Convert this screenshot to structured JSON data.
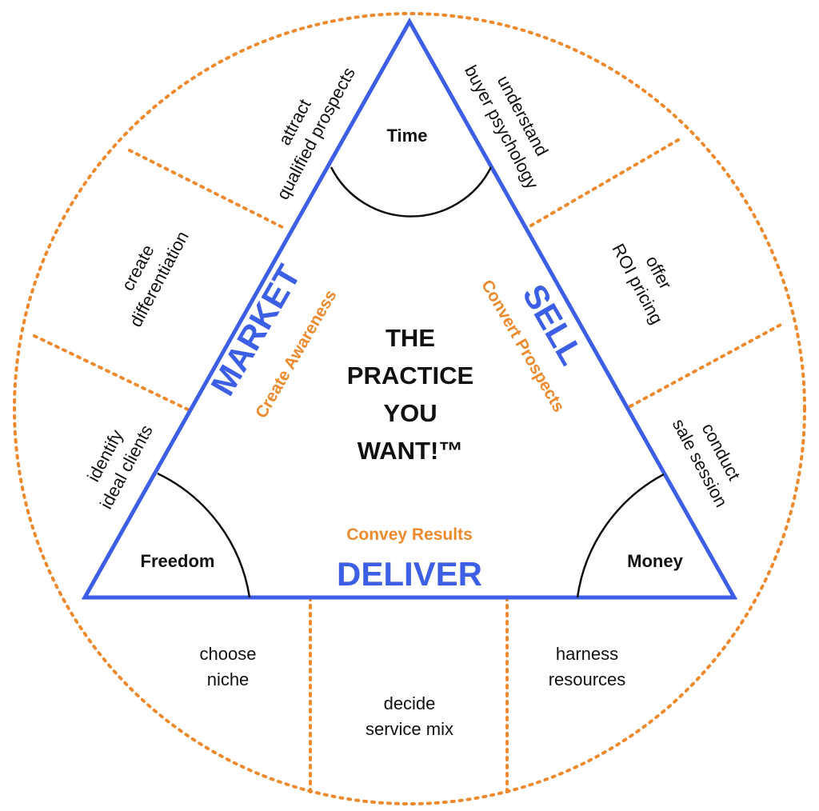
{
  "center": {
    "lines": [
      "THE",
      "PRACTICE",
      "YOU",
      "WANT!™"
    ]
  },
  "corners": {
    "top": "Time",
    "left": "Freedom",
    "right": "Money"
  },
  "sides": {
    "left": {
      "title": "MARKET",
      "subtitle": "Create Awareness"
    },
    "right": {
      "title": "SELL",
      "subtitle": "Convert Prospects"
    },
    "bottom": {
      "title": "DELIVER",
      "subtitle": "Convey Results"
    }
  },
  "segments": {
    "attract": [
      "attract",
      "qualified prospects"
    ],
    "differentiation": [
      "create",
      "differentiation"
    ],
    "identify": [
      "identify",
      "ideal clients"
    ],
    "niche": [
      "choose",
      "niche"
    ],
    "service": [
      "decide",
      "service mix"
    ],
    "harness": [
      "harness",
      "resources"
    ],
    "understand": [
      "understand",
      "buyer psychology"
    ],
    "offer": [
      "offer",
      "ROI pricing"
    ],
    "conduct": [
      "conduct",
      "sale session"
    ]
  },
  "colors": {
    "triangle": "#3d5fe6",
    "side_title": "#3d5fe6",
    "subtitle": "#ee8a2e",
    "dotted": "#ee8a2e",
    "arc": "#111111",
    "text": "#111111"
  }
}
